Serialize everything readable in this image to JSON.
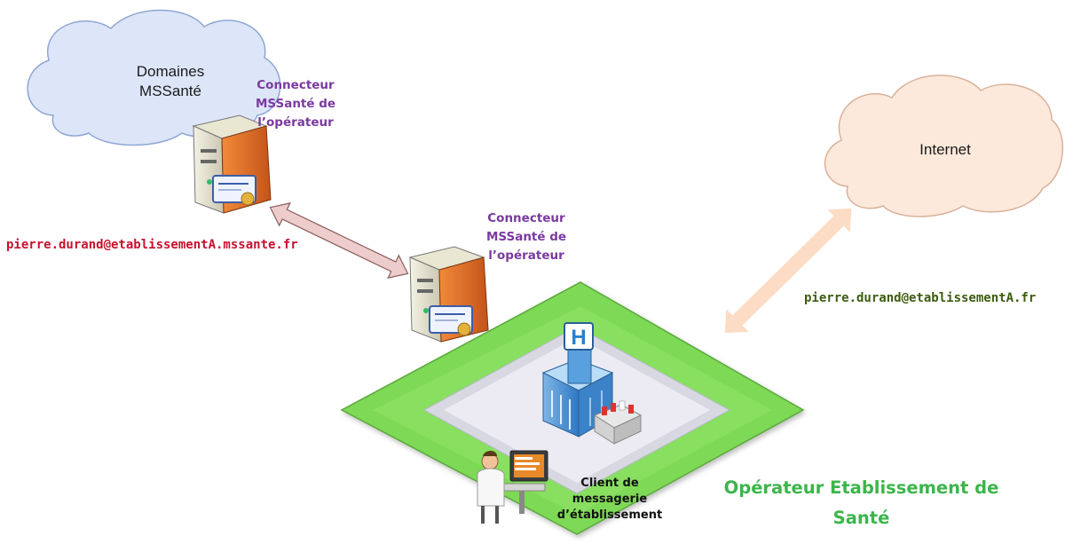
{
  "clouds": {
    "mssante": {
      "line1": "Domaines",
      "line2": "MSSanté"
    },
    "internet": {
      "label": "Internet"
    }
  },
  "connector_top": {
    "line1": "Connecteur",
    "line2": "MSSanté de",
    "line3": "l’opérateur"
  },
  "connector_mid": {
    "line1": "Connecteur",
    "line2": "MSSanté de",
    "line3": "l’opérateur"
  },
  "emails": {
    "mssante": "pierre.durand@etablissementA.mssante.fr",
    "internet": "pierre.durand@etablissementA.fr"
  },
  "client": {
    "line1": "Client de",
    "line2": "messagerie",
    "line3": "d’établissement"
  },
  "operator": {
    "line1": "Opérateur Etablissement de",
    "line2": "Santé"
  },
  "colors": {
    "connector_text": "#7a3aa0",
    "email_mssante": "#c8102e",
    "email_internet": "#3d5c0f",
    "operator_text": "#3cb54a",
    "platform_green": "#7ed957",
    "cloud_mssante": "#dde6f8",
    "cloud_internet": "#fde9dc",
    "arrow_left": "#edcccc",
    "arrow_right": "#fcdcc4"
  },
  "icons": [
    "cloud-icon",
    "server-icon",
    "certificate-icon",
    "hospital-building-icon",
    "mail-tray-icon",
    "doctor-at-computer-icon"
  ]
}
